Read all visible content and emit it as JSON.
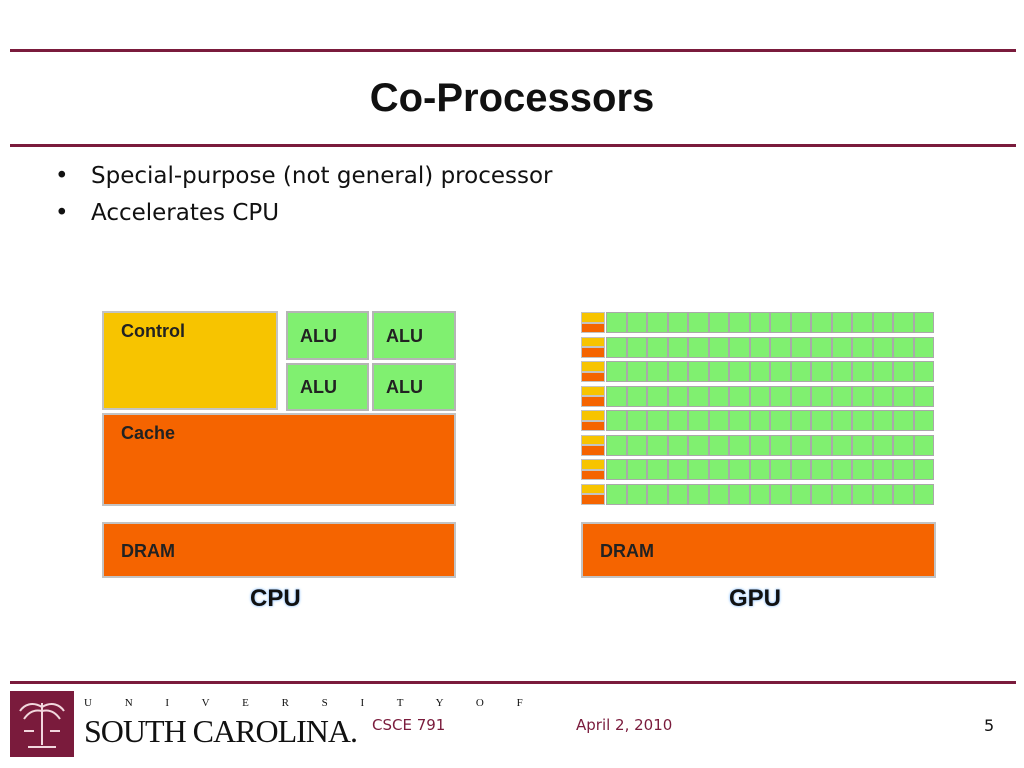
{
  "slide": {
    "title": "Co-Processors",
    "bullets": [
      "Special-purpose (not general) processor",
      "Accelerates CPU"
    ],
    "bullet_glyph": "•"
  },
  "diagram": {
    "cpu": {
      "control_label": "Control",
      "alu_labels": [
        "ALU",
        "ALU",
        "ALU",
        "ALU"
      ],
      "cache_label": "Cache",
      "dram_label": "DRAM",
      "caption": "CPU"
    },
    "gpu": {
      "rows": 8,
      "cores_per_row": 16,
      "dram_label": "DRAM",
      "caption": "GPU"
    },
    "colors": {
      "control": "#f7c400",
      "cache": "#f56400",
      "alu": "#80f070",
      "accent": "#7a1b3c"
    }
  },
  "footer": {
    "logo_top": "U N I V E R S I T Y   O F",
    "logo_bottom": "SOUTH CAROLINA.",
    "course": "CSCE 791",
    "date": "April 2, 2010",
    "page_number": "5"
  }
}
